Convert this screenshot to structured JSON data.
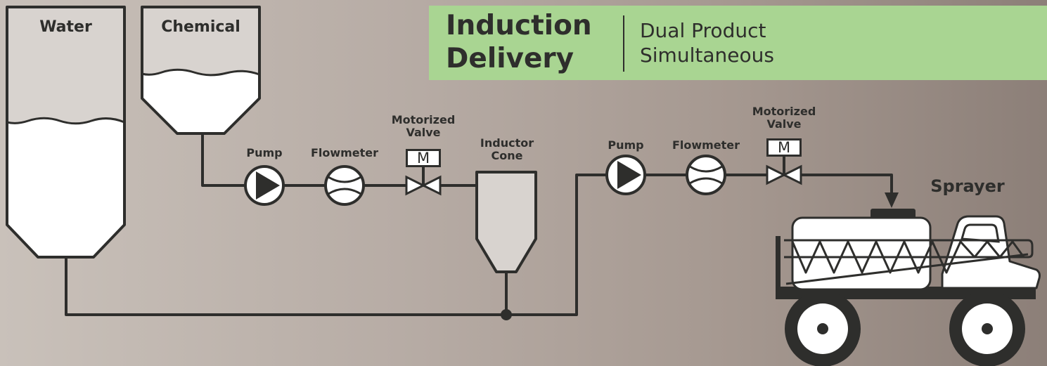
{
  "title": {
    "main_line1": "Induction",
    "main_line2": "Delivery",
    "sub_line1": "Dual Product",
    "sub_line2": "Simultaneous"
  },
  "tanks": {
    "water": "Water",
    "chemical": "Chemical"
  },
  "line1": {
    "pump": "Pump",
    "flowmeter": "Flowmeter",
    "valve_line1": "Motorized",
    "valve_line2": "Valve",
    "valve_symbol": "M",
    "cone_line1": "Inductor",
    "cone_line2": "Cone"
  },
  "line2": {
    "pump": "Pump",
    "flowmeter": "Flowmeter",
    "valve_line1": "Motorized",
    "valve_line2": "Valve",
    "valve_symbol": "M"
  },
  "sprayer": "Sprayer",
  "colors": {
    "line": "#2e2e2c",
    "tank_empty": "#d8d3cf",
    "fluid": "#ffffff",
    "banner": "#a9d592"
  }
}
